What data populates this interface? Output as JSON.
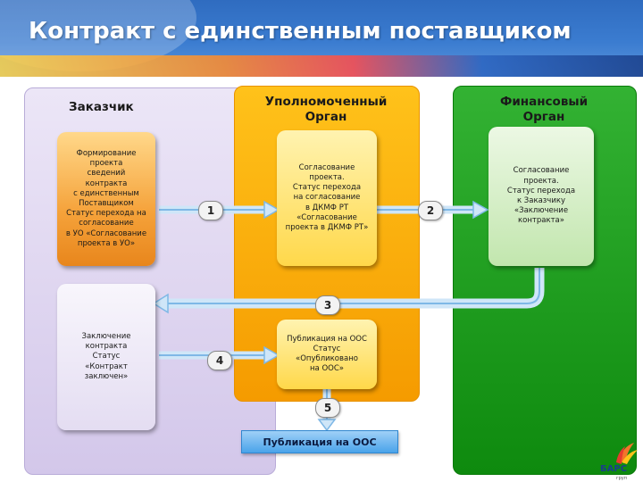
{
  "title": "Контракт с единственным поставщиком",
  "lanes": {
    "customer": "Заказчик",
    "authority": "Уполномоченный\nОрган",
    "finance": "Финансовый\nОрган"
  },
  "boxes": {
    "customer_form": "Формирование\nпроекта\nсведений\nконтракта\nс единственным\nПоставщиком\nСтатус перехода на\nсогласование\nв УО «Согласование\nпроекта в УО»",
    "auth_approve": "Согласование\nпроекта.\nСтатус перехода\nна согласование\nв ДКМФ РТ\n«Согласование\nпроекта в ДКМФ РТ»",
    "fin_approve": "Согласование\nпроекта.\nСтатус перехода\nк Заказчику\n«Заключение\nконтракта»",
    "customer_conclude": "Заключение\nконтракта\nСтатус\n«Контракт\nзаключен»",
    "auth_publish": "Публикация на ООС\nСтатус\n«Опубликовано\nна ООС»"
  },
  "steps": [
    "1",
    "2",
    "3",
    "4",
    "5"
  ],
  "publication_bar": "Публикация на ООС",
  "logo": {
    "text": "БАРС",
    "sub": "груп"
  },
  "colors": {
    "header": "#3b7cd0",
    "authority_lane": "#ffb400",
    "finance_lane": "#1a9a1a",
    "customer_lane": "#ddd4ef",
    "connector": "#7fb8e6"
  }
}
